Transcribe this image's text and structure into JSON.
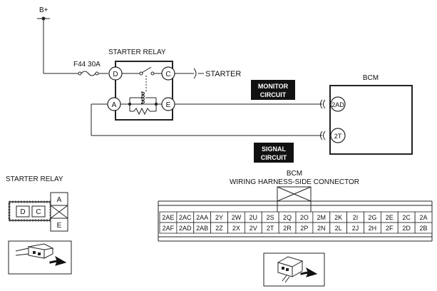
{
  "schematic": {
    "power_label": "B+",
    "fuse_label": "F44 30A",
    "relay_title": "STARTER RELAY",
    "starter_label": "STARTER",
    "bcm_title": "BCM",
    "monitor_line1": "MONITOR",
    "monitor_line2": "CIRCUIT",
    "signal_line1": "SIGNAL",
    "signal_line2": "CIRCUIT",
    "relay_pins": {
      "d": "D",
      "c": "C",
      "a": "A",
      "e": "E"
    },
    "bcm_pins": {
      "top": "2AD",
      "bottom": "2T"
    }
  },
  "relay_connector": {
    "title": "STARTER RELAY",
    "pin_d": "D",
    "pin_c": "C",
    "pin_a": "A",
    "pin_e": "E"
  },
  "bcm_connector": {
    "title_line1": "BCM",
    "title_line2": "WIRING HARNESS-SIDE CONNECTOR",
    "row1": [
      "2AE",
      "2AC",
      "2AA",
      "2Y",
      "2W",
      "2U",
      "2S",
      "2Q",
      "2O",
      "2M",
      "2K",
      "2I",
      "2G",
      "2E",
      "2C",
      "2A"
    ],
    "row2": [
      "2AF",
      "2AD",
      "2AB",
      "2Z",
      "2X",
      "2V",
      "2T",
      "2R",
      "2P",
      "2N",
      "2L",
      "2J",
      "2H",
      "2F",
      "2D",
      "2B"
    ]
  }
}
